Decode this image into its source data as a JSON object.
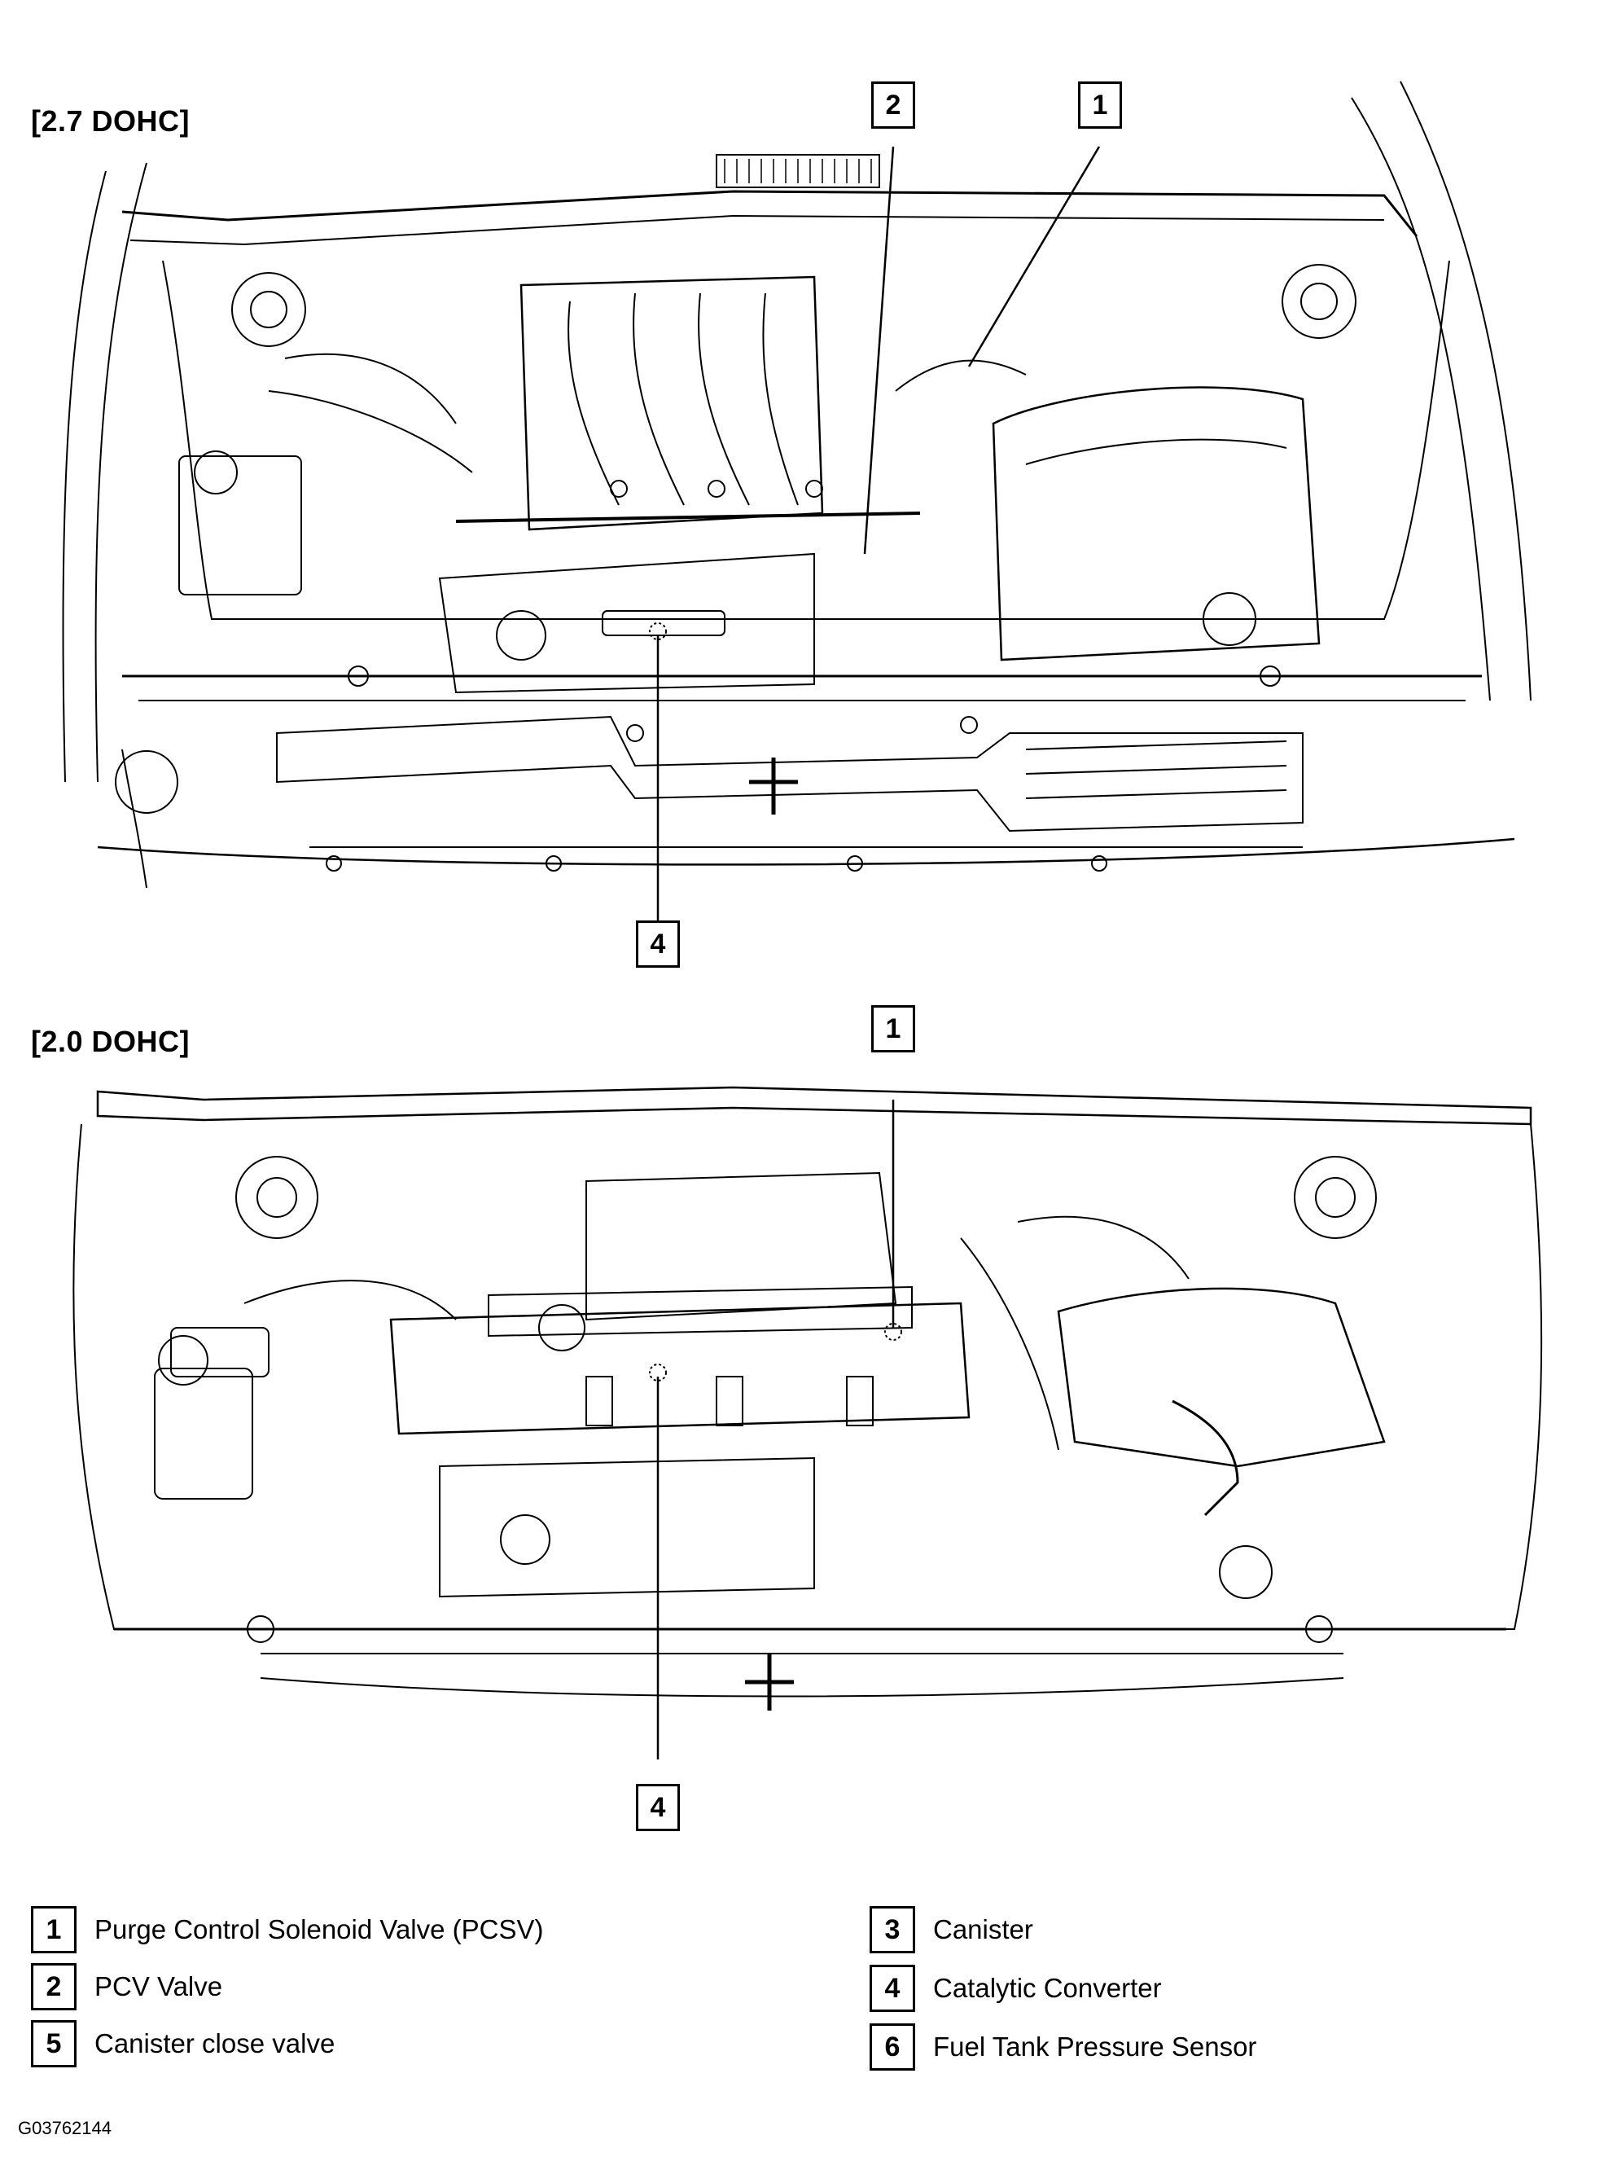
{
  "panels": [
    {
      "title": "[2.7 DOHC]",
      "callouts": [
        "2",
        "1",
        "4"
      ]
    },
    {
      "title": "[2.0 DOHC]",
      "callouts": [
        "1",
        "4"
      ]
    }
  ],
  "legend": [
    {
      "num": "1",
      "label": "Purge Control Solenoid Valve (PCSV)"
    },
    {
      "num": "2",
      "label": "PCV Valve"
    },
    {
      "num": "5",
      "label": "Canister close valve"
    },
    {
      "num": "3",
      "label": "Canister"
    },
    {
      "num": "4",
      "label": "Catalytic Converter"
    },
    {
      "num": "6",
      "label": "Fuel Tank Pressure Sensor"
    }
  ],
  "figure_id": "G03762144"
}
